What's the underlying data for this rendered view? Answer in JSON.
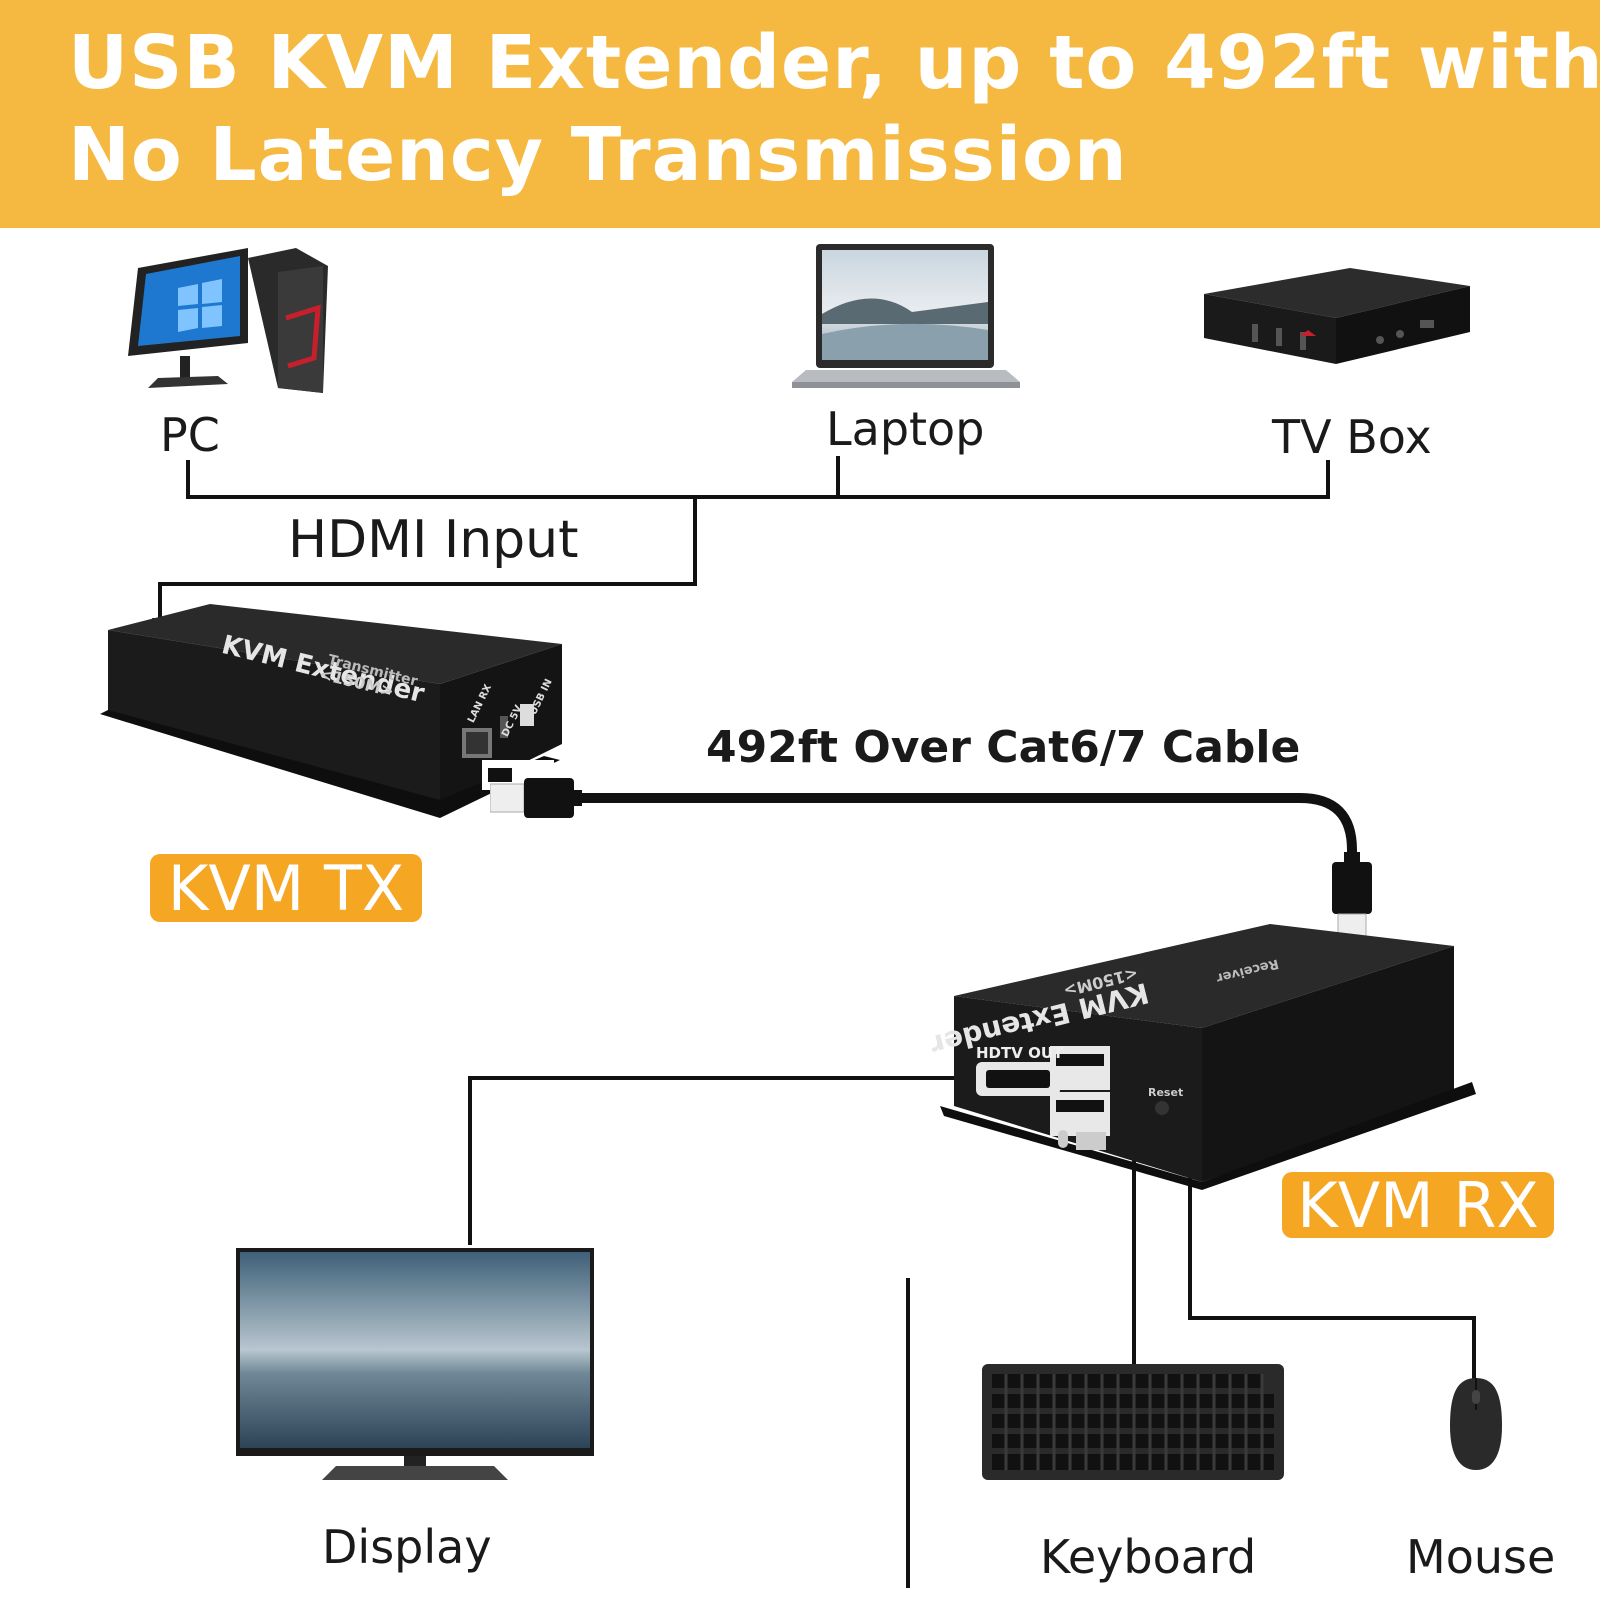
{
  "header": {
    "title_line1": "USB KVM Extender, up to 492ft with",
    "title_line2": "No Latency Transmission",
    "background_color": "#f5b942"
  },
  "sources": [
    {
      "label": "PC",
      "icon": "pc-tower-monitor-icon"
    },
    {
      "label": "Laptop",
      "icon": "laptop-icon"
    },
    {
      "label": "TV Box",
      "icon": "tv-box-icon"
    }
  ],
  "connections": {
    "hdmi_input": "HDMI Input",
    "cable": "492ft Over Cat6/7 Cable"
  },
  "transmitter": {
    "tag": "KVM TX",
    "device_title": "KVM Extender",
    "device_subtitle": "Transmitter",
    "range": "<150M>",
    "ports": [
      "LAN RX",
      "DC 5V",
      "USB IN"
    ]
  },
  "receiver": {
    "tag": "KVM RX",
    "device_title": "KVM Extender",
    "device_subtitle": "Receiver",
    "range": "<150M>",
    "hdmi_port": "HDTV OUT",
    "reset": "Reset"
  },
  "outputs": [
    {
      "label": "Display",
      "icon": "display-monitor-icon"
    },
    {
      "label": "Keyboard",
      "icon": "keyboard-icon"
    },
    {
      "label": "Mouse",
      "icon": "mouse-icon"
    }
  ],
  "colors": {
    "accent": "#f5a623",
    "device_body": "#1c1c1c",
    "wire": "#111111"
  }
}
